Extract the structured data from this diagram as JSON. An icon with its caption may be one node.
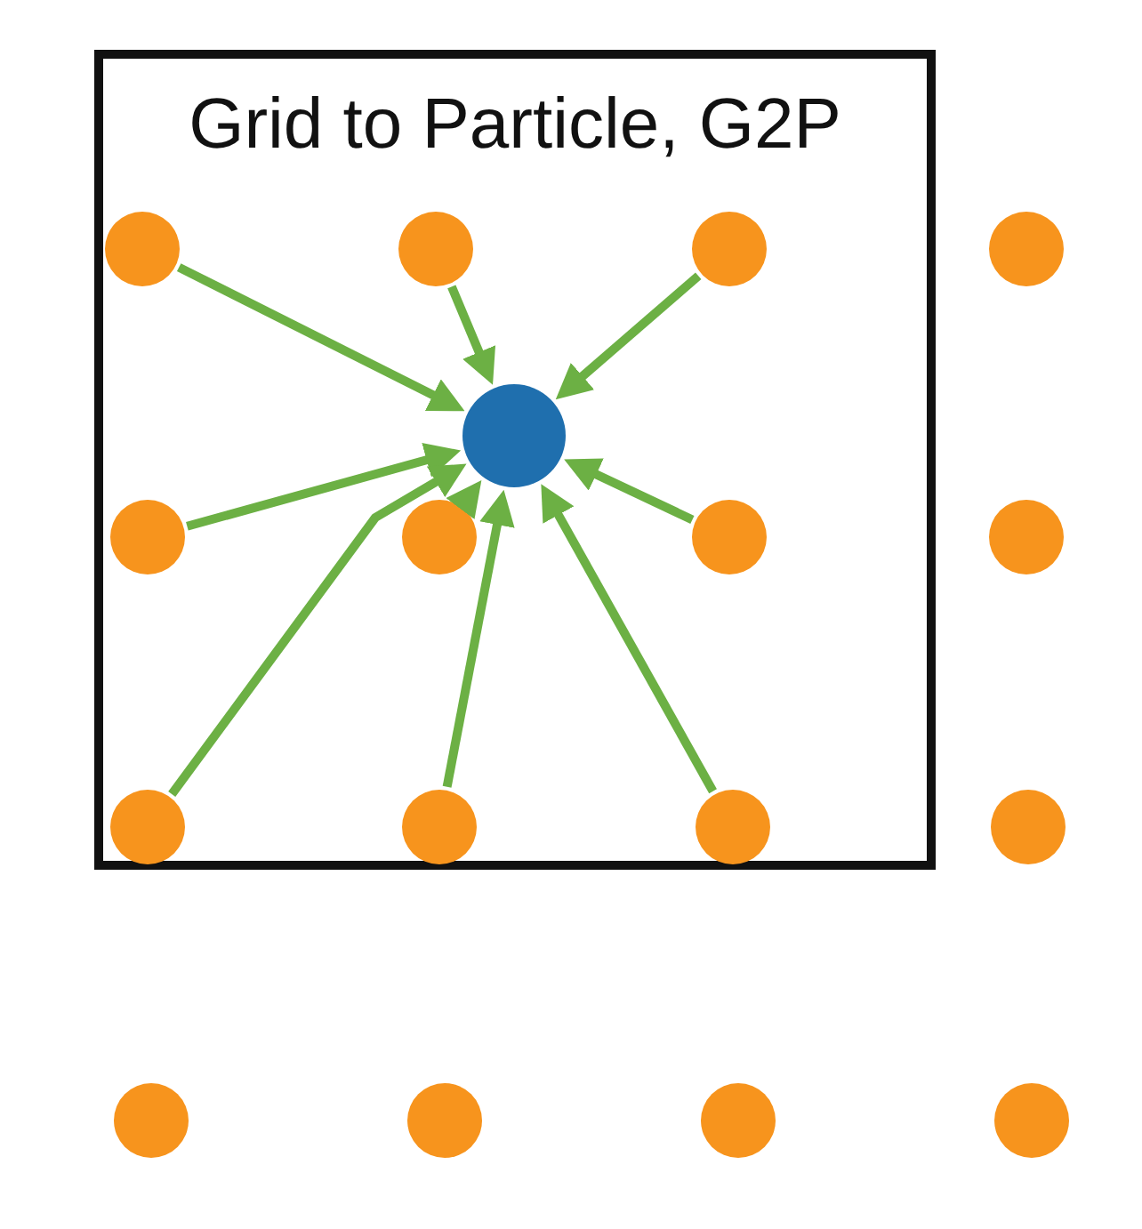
{
  "diagram": {
    "nodes": [
      {
        "text": [
          "Grid to Particle, G2P"
        ]
      },
      {
        "text": [],
        "shape": "circle",
        "in": 0
      },
      {
        "text": [],
        "shape": "circle",
        "in": 0
      },
      {
        "text": [],
        "shape": "circle",
        "in": 0
      },
      {
        "text": [],
        "shape": "circle"
      },
      {
        "text": [],
        "shape": "circle",
        "in": 0
      },
      {
        "text": [],
        "shape": "circle",
        "in": 0
      },
      {
        "text": [],
        "shape": "circle",
        "in": 0
      },
      {
        "text": [],
        "shape": "circle",
        "in": 0
      },
      {
        "text": [],
        "shape": "circle"
      },
      {
        "text": [],
        "shape": "circle",
        "in": 0
      },
      {
        "text": [],
        "shape": "circle",
        "in": 0
      },
      {
        "text": [],
        "shape": "circle",
        "in": 0
      },
      {
        "text": [],
        "shape": "circle"
      },
      {
        "text": [],
        "shape": "circle"
      },
      {
        "text": [],
        "shape": "circle"
      },
      {
        "text": [],
        "shape": "circle"
      },
      {
        "text": [],
        "shape": "circle"
      }
    ],
    "edges": [
      {
        "from": 1,
        "to": 5,
        "arrow": "to"
      },
      {
        "from": 2,
        "to": 5,
        "arrow": "to"
      },
      {
        "from": 3,
        "to": 5,
        "arrow": "to"
      },
      {
        "from": 6,
        "to": 5,
        "arrow": "to"
      },
      {
        "from": 7,
        "to": 5,
        "arrow": "to"
      },
      {
        "from": 8,
        "to": 5,
        "arrow": "to"
      },
      {
        "from": 10,
        "to": 5,
        "arrow": "to"
      },
      {
        "from": 11,
        "to": 5,
        "arrow": "to"
      },
      {
        "from": 12,
        "to": 5,
        "arrow": "to"
      }
    ]
  }
}
